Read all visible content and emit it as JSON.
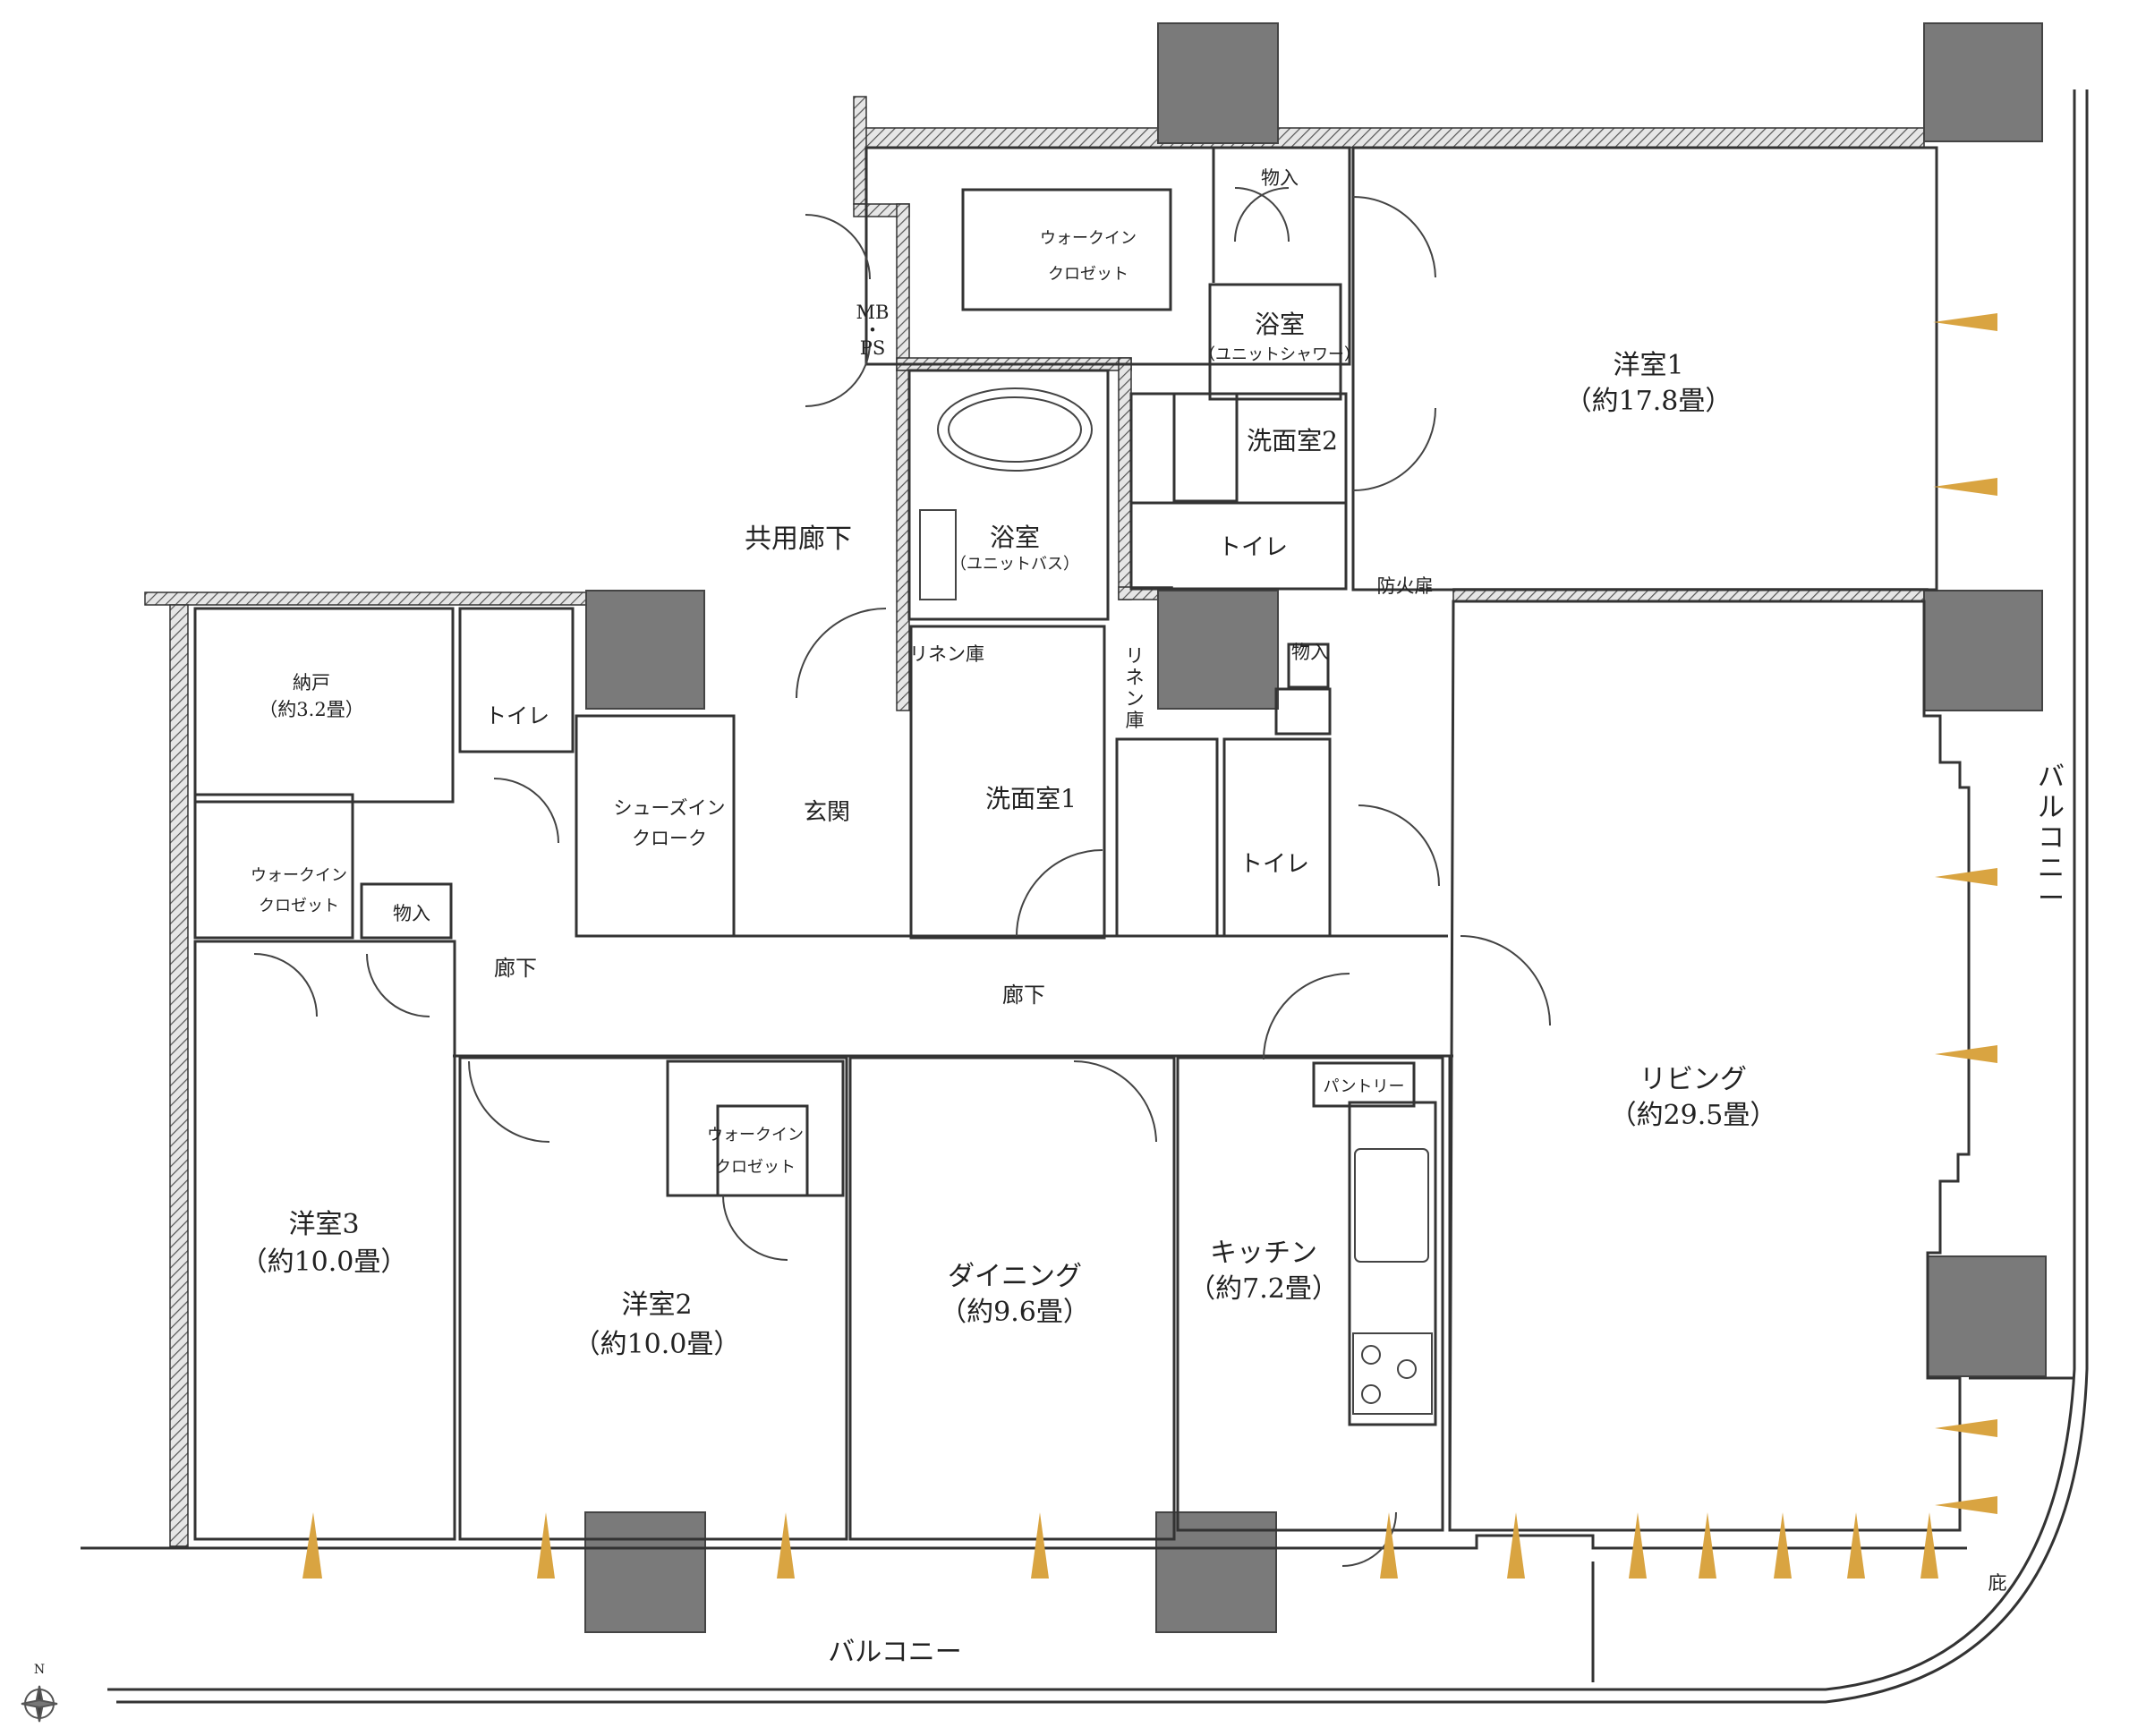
{
  "labels": {
    "corridor_common": "共用廊下",
    "mb_ps": [
      "MB",
      "・",
      "PS"
    ],
    "storage_top": "物入",
    "wic_top": [
      "ウォークイン",
      "クロゼット"
    ],
    "bath_shower": [
      "浴室",
      "（ユニットシャワー）"
    ],
    "washroom2": "洗面室2",
    "toilet_top": "トイレ",
    "bedroom1": [
      "洋室1",
      "（約17.8畳）"
    ],
    "bath_unit": [
      "浴室",
      "（ユニットバス）"
    ],
    "fire_door": "防火扉",
    "storage_mid": "物入",
    "linen_left": "リネン庫",
    "linen_right": [
      "リ",
      "ネ",
      "ン",
      "庫"
    ],
    "nando": [
      "納戸",
      "（約3.2畳）"
    ],
    "toilet_left": "トイレ",
    "shoes_in": [
      "シューズイン",
      "クローク"
    ],
    "entrance": "玄関",
    "washroom1": "洗面室1",
    "toilet_center": "トイレ",
    "wic_left": [
      "ウォークイン",
      "クロゼット"
    ],
    "storage_left": "物入",
    "hall_left": "廊下",
    "hall_center": "廊下",
    "balcony_right": [
      "バ",
      "ル",
      "コ",
      "ニ",
      "ー"
    ],
    "pantry": "パントリー",
    "living": [
      "リビング",
      "（約29.5畳）"
    ],
    "wic_bottom": [
      "ウォークイン",
      "クロゼット"
    ],
    "bedroom3": [
      "洋室3",
      "（約10.0畳）"
    ],
    "bedroom2": [
      "洋室2",
      "（約10.0畳）"
    ],
    "dining": [
      "ダイニング",
      "（約9.6畳）"
    ],
    "kitchen": [
      "キッチン",
      "（約7.2畳）"
    ],
    "eave": "庇",
    "balcony_bottom": "バルコニー",
    "north": "N"
  },
  "colors": {
    "wall": "#555555",
    "column": "#7a7a7a",
    "hatch_bg": "#e6e6e6",
    "window_marker": "#d9a441",
    "airflow": "#7fb6d6"
  }
}
